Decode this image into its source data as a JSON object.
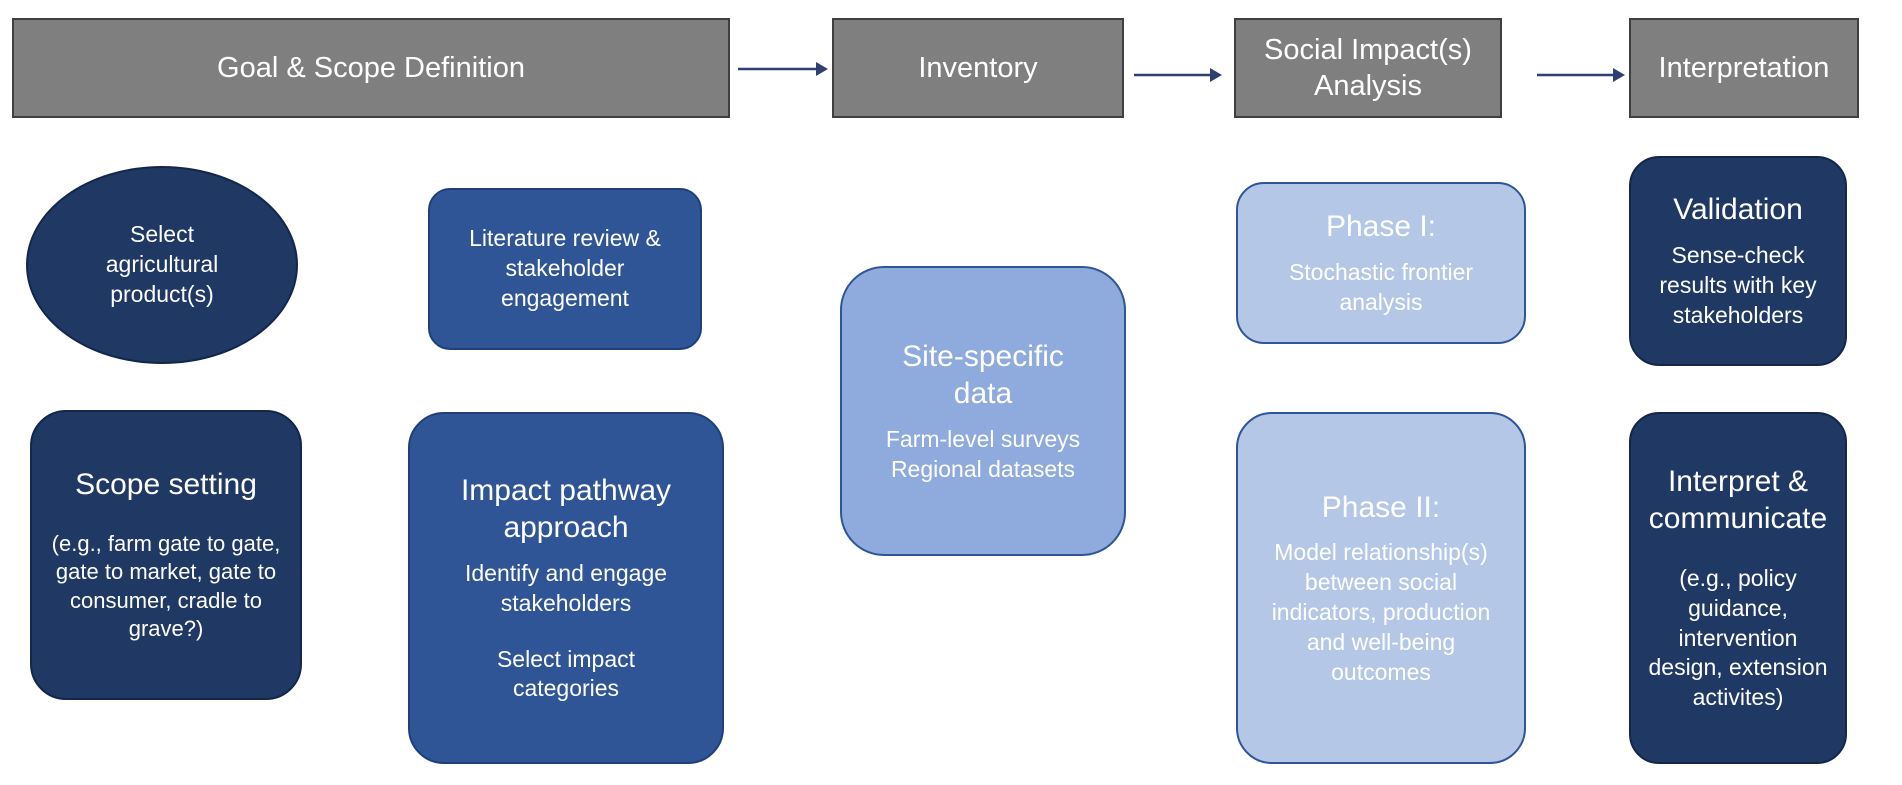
{
  "headers": {
    "goal_scope": "Goal & Scope Definition",
    "inventory": "Inventory",
    "social_impact": "Social Impact(s)\nAnalysis",
    "interpretation": "Interpretation"
  },
  "goal_scope": {
    "select_product": "Select agricultural product(s)",
    "literature_review": "Literature review & stakeholder engagement",
    "scope_setting": {
      "title": "Scope setting",
      "detail": "(e.g., farm gate to gate, gate to market, gate to consumer, cradle to grave?)"
    },
    "impact_pathway": {
      "title": "Impact pathway approach",
      "item1": "Identify and engage stakeholders",
      "item2": "Select impact categories"
    }
  },
  "inventory": {
    "title": "Site-specific data",
    "line1": "Farm-level surveys",
    "line2": "Regional datasets"
  },
  "social_impact": {
    "phase1": {
      "title": "Phase I:",
      "detail": "Stochastic frontier analysis"
    },
    "phase2": {
      "title": "Phase II:",
      "detail": "Model relationship(s) between social indicators, production and well-being outcomes"
    }
  },
  "interpretation": {
    "validation": {
      "title": "Validation",
      "detail": "Sense-check results with key stakeholders"
    },
    "interpret": {
      "title": "Interpret & communicate",
      "detail": "(e.g., policy guidance, intervention design, extension activites)"
    }
  },
  "colors": {
    "header_fill": "#7f7f7f",
    "dark_navy": "#1f3864",
    "medium_blue": "#2f5597",
    "light_blue": "#8faadc",
    "pale_blue": "#b4c7e7",
    "arrow": "#2f3f6f"
  }
}
